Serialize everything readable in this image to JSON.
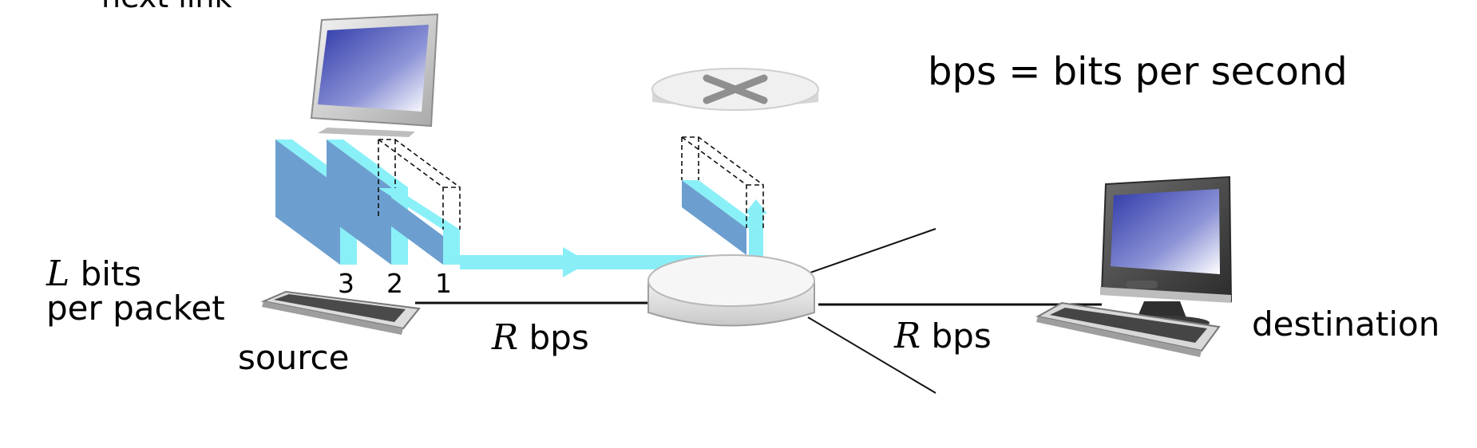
{
  "top_cut_label": "next link",
  "legend": "bps = bits per second",
  "packet": {
    "size_symbol": "L",
    "size_unit": "bits",
    "size_suffix": "per packet",
    "numbers": [
      "3",
      "2",
      "1"
    ]
  },
  "hosts": {
    "source_label": "source",
    "destination_label": "destination"
  },
  "links": [
    {
      "rate_symbol": "R",
      "rate_unit": "bps"
    },
    {
      "rate_symbol": "R",
      "rate_unit": "bps"
    }
  ],
  "colors": {
    "packet_face": "#6c9fcf",
    "packet_edge": "#8af0f8",
    "flow_arrow": "#8aeef7",
    "line": "#111111"
  }
}
